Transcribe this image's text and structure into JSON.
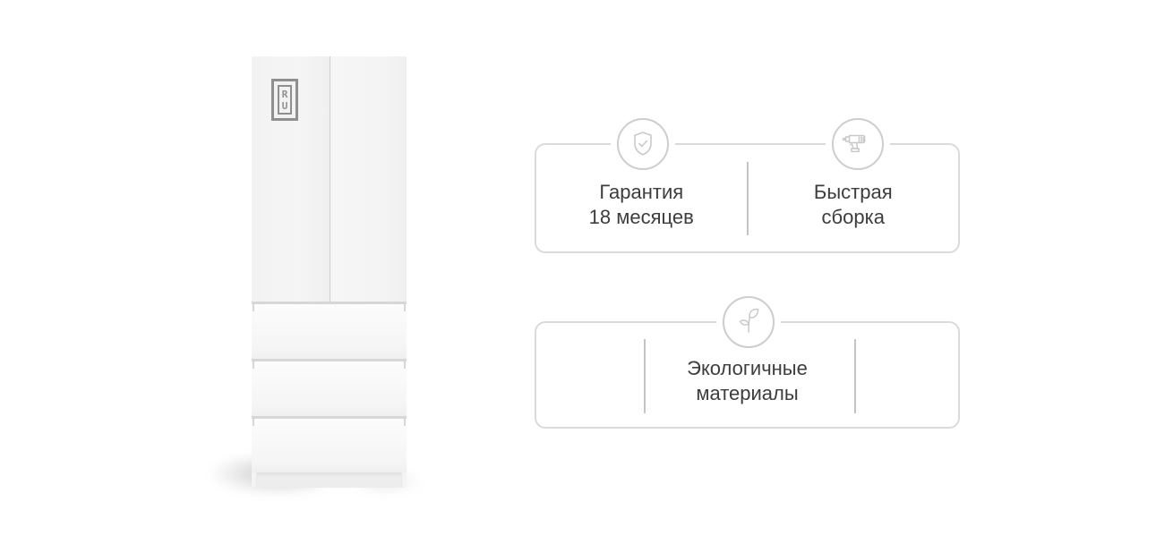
{
  "wardrobe": {
    "name": "white-wardrobe-with-drawers",
    "logo": {
      "line1": "R",
      "line2": "U"
    }
  },
  "cards": [
    {
      "items": [
        {
          "icon": "shield-check-icon",
          "line1": "Гарантия",
          "line2": "18 месяцев"
        },
        {
          "icon": "drill-icon",
          "line1": "Быстрая",
          "line2": "сборка"
        }
      ]
    },
    {
      "items": [
        {
          "icon": "leaf-icon",
          "line1": "Экологичные",
          "line2": "материалы"
        }
      ]
    }
  ],
  "colors": {
    "background": "#ffffff",
    "card_border": "#dadada",
    "icon_stroke": "#c9c9c9",
    "circle_border": "#cdcdcd",
    "divider": "#c4c4c4",
    "text": "#3d3d3d",
    "logo_gray": "#8f8f8f"
  }
}
